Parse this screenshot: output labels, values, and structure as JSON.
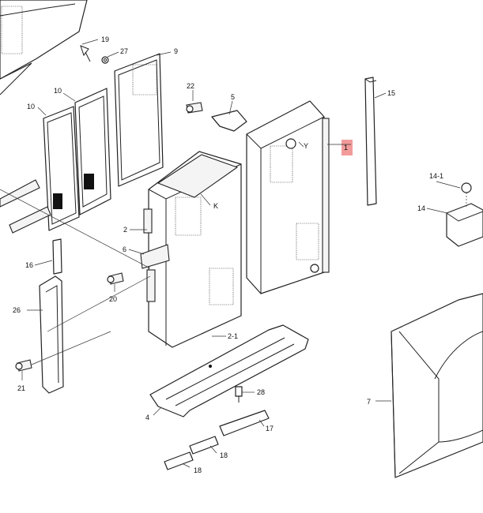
{
  "callouts": {
    "c1": "1",
    "c2": "2",
    "c2_1": "2-1",
    "c4": "4",
    "c5": "5",
    "c6": "6",
    "c7": "7",
    "c9": "9",
    "c10a": "10",
    "c10b": "10",
    "c14": "14",
    "c14_1": "14-1",
    "c15": "15",
    "c16": "16",
    "c17": "17",
    "c18a": "18",
    "c18b": "18",
    "c19": "19",
    "c20": "20",
    "c21": "21",
    "c22": "22",
    "c26": "26",
    "c27": "27",
    "c28": "28",
    "cK": "K",
    "cY": "Y"
  },
  "highlight_color": "#f08a8a"
}
